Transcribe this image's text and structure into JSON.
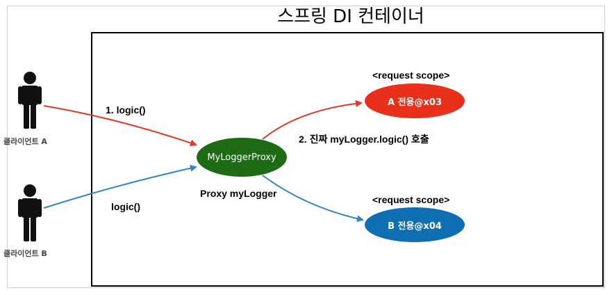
{
  "title": "스프링 DI 컨테이너",
  "clients": [
    {
      "label": "클라이언트 A"
    },
    {
      "label": "클라이언트 B"
    }
  ],
  "proxy": {
    "label": "MyLoggerProxy",
    "caption": "Proxy myLogger",
    "color": "#1e6b16"
  },
  "beans": [
    {
      "scope": "<request scope>",
      "label": "A 전용@x03",
      "color": "#e8301b"
    },
    {
      "scope": "<request scope>",
      "label": "B 전용@x04",
      "color": "#0e6fb2"
    }
  ],
  "arrows": {
    "client_a_call": "1. logic()",
    "client_b_call": "logic()",
    "real_call": "2. 진짜 myLogger.logic() 호출",
    "red": "#e03a26",
    "blue": "#2f86c2"
  }
}
